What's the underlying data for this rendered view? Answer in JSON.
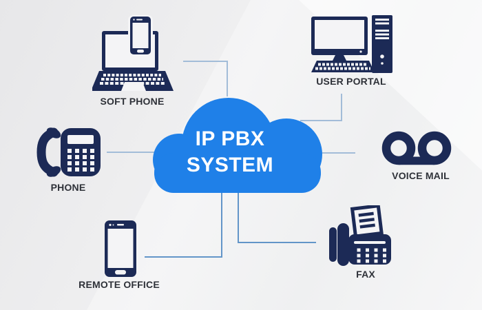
{
  "diagram": {
    "title_line1": "IP PBX",
    "title_line2": "SYSTEM",
    "type": "hub-and-spoke cloud diagram"
  },
  "nodes": {
    "soft_phone": {
      "label": "SOFT PHONE",
      "icon": "laptop-with-smartphone-icon",
      "position": "top-left"
    },
    "user_portal": {
      "label": "USER PORTAL",
      "icon": "desktop-computer-icon",
      "position": "top-right"
    },
    "phone": {
      "label": "PHONE",
      "icon": "desk-phone-icon",
      "position": "middle-left"
    },
    "voice_mail": {
      "label": "VOICE MAIL",
      "icon": "voicemail-icon",
      "position": "middle-right"
    },
    "remote_office": {
      "label": "REMOTE OFFICE",
      "icon": "smartphone-icon",
      "position": "bottom-left"
    },
    "fax": {
      "label": "FAX",
      "icon": "fax-machine-icon",
      "position": "bottom-right"
    }
  },
  "colors": {
    "cloud_blue": "#1f80e8",
    "icon_navy": "#1c2a56",
    "label_text": "#2e3138",
    "cloud_text": "#ffffff",
    "connector_light": "#a2bcd8",
    "connector_medium": "#6295c8",
    "background": "#f1f1f3"
  }
}
